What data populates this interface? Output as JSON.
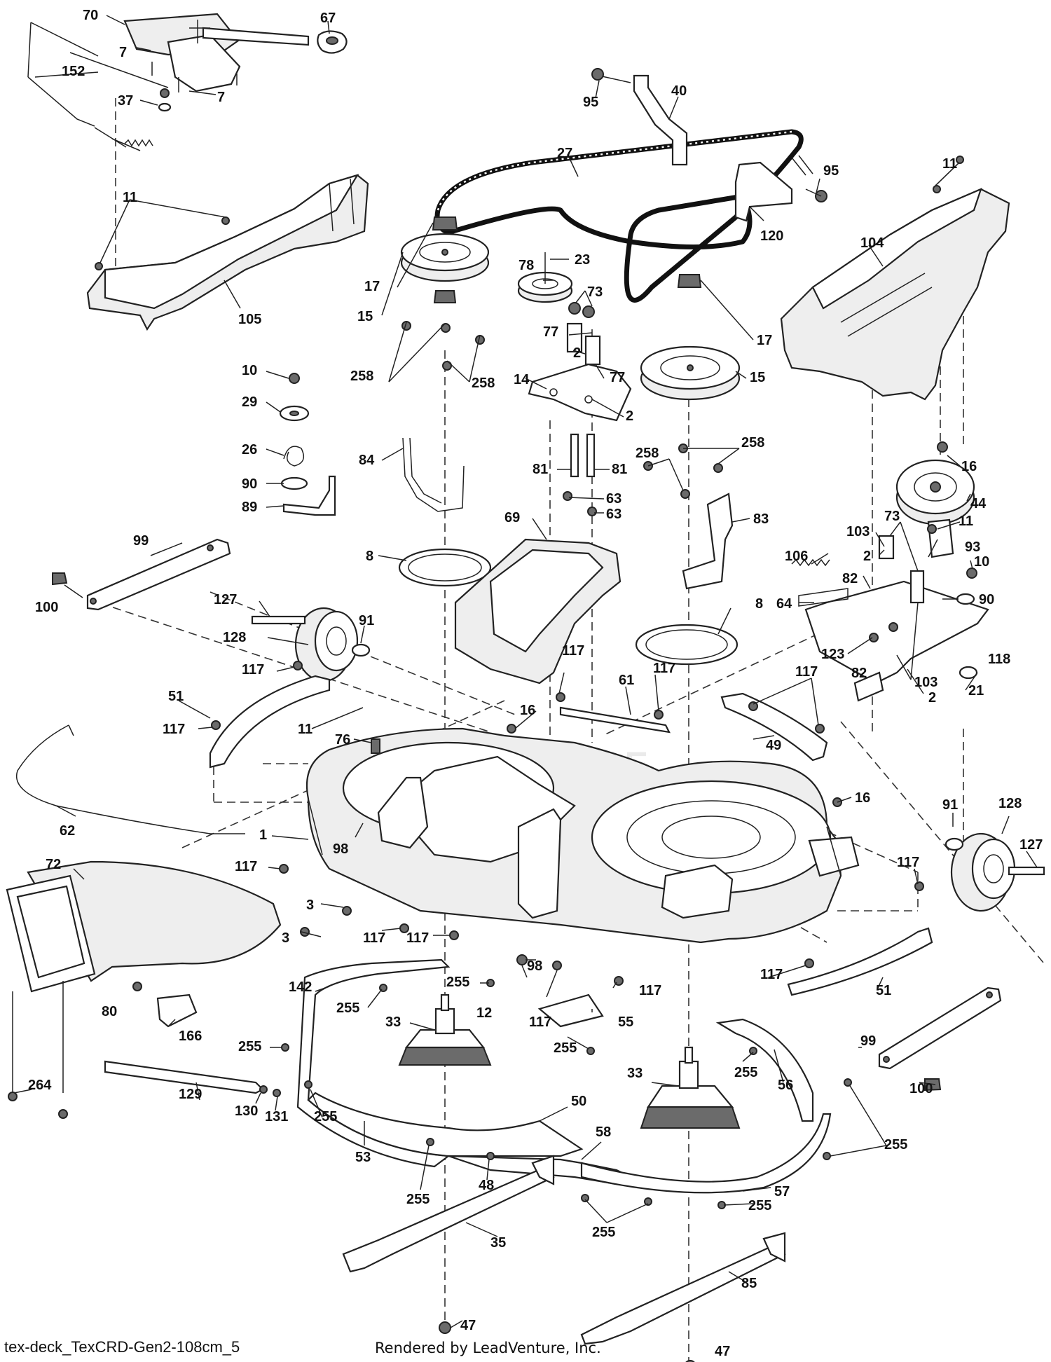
{
  "diagram": {
    "callouts": [
      {
        "id": "c70",
        "text": "70"
      },
      {
        "id": "c67",
        "text": "67"
      },
      {
        "id": "c152",
        "text": "152"
      },
      {
        "id": "c7a",
        "text": "7"
      },
      {
        "id": "c7b",
        "text": "7"
      },
      {
        "id": "c37",
        "text": "37"
      },
      {
        "id": "c95a",
        "text": "95"
      },
      {
        "id": "c40",
        "text": "40"
      },
      {
        "id": "c27",
        "text": "27"
      },
      {
        "id": "c95b",
        "text": "95"
      },
      {
        "id": "c120",
        "text": "120"
      },
      {
        "id": "c11a",
        "text": "11"
      },
      {
        "id": "c11b",
        "text": "11"
      },
      {
        "id": "c104",
        "text": "104"
      },
      {
        "id": "c105",
        "text": "105"
      },
      {
        "id": "c23",
        "text": "23"
      },
      {
        "id": "c78",
        "text": "78"
      },
      {
        "id": "c73a",
        "text": "73"
      },
      {
        "id": "c17a",
        "text": "17"
      },
      {
        "id": "c15a",
        "text": "15"
      },
      {
        "id": "c77a",
        "text": "77"
      },
      {
        "id": "c2a",
        "text": "2"
      },
      {
        "id": "c77b",
        "text": "77"
      },
      {
        "id": "c14",
        "text": "14"
      },
      {
        "id": "c2b",
        "text": "2"
      },
      {
        "id": "c17b",
        "text": "17"
      },
      {
        "id": "c15b",
        "text": "15"
      },
      {
        "id": "c10a",
        "text": "10"
      },
      {
        "id": "c258a",
        "text": "258"
      },
      {
        "id": "c258b",
        "text": "258"
      },
      {
        "id": "c29",
        "text": "29"
      },
      {
        "id": "c26",
        "text": "26"
      },
      {
        "id": "c84",
        "text": "84"
      },
      {
        "id": "c81a",
        "text": "81"
      },
      {
        "id": "c81b",
        "text": "81"
      },
      {
        "id": "c258c",
        "text": "258"
      },
      {
        "id": "c258d",
        "text": "258"
      },
      {
        "id": "c16a",
        "text": "16"
      },
      {
        "id": "c44",
        "text": "44"
      },
      {
        "id": "c90a",
        "text": "90"
      },
      {
        "id": "c89",
        "text": "89"
      },
      {
        "id": "c63a",
        "text": "63"
      },
      {
        "id": "c63b",
        "text": "63"
      },
      {
        "id": "c69",
        "text": "69"
      },
      {
        "id": "c83",
        "text": "83"
      },
      {
        "id": "c73b",
        "text": "73"
      },
      {
        "id": "c11c",
        "text": "11"
      },
      {
        "id": "c99a",
        "text": "99"
      },
      {
        "id": "c8a",
        "text": "8"
      },
      {
        "id": "c103a",
        "text": "103"
      },
      {
        "id": "c93",
        "text": "93"
      },
      {
        "id": "c2c",
        "text": "2"
      },
      {
        "id": "c10b",
        "text": "10"
      },
      {
        "id": "c106",
        "text": "106"
      },
      {
        "id": "c100a",
        "text": "100"
      },
      {
        "id": "c82a",
        "text": "82"
      },
      {
        "id": "c90b",
        "text": "90"
      },
      {
        "id": "c127a",
        "text": "127"
      },
      {
        "id": "c64",
        "text": "64"
      },
      {
        "id": "c91a",
        "text": "91"
      },
      {
        "id": "c8b",
        "text": "8"
      },
      {
        "id": "c128a",
        "text": "128"
      },
      {
        "id": "c123",
        "text": "123"
      },
      {
        "id": "c118",
        "text": "118"
      },
      {
        "id": "c117a",
        "text": "117"
      },
      {
        "id": "c82b",
        "text": "82"
      },
      {
        "id": "c117b",
        "text": "117"
      },
      {
        "id": "c117c",
        "text": "117"
      },
      {
        "id": "c117d",
        "text": "117"
      },
      {
        "id": "c61",
        "text": "61"
      },
      {
        "id": "c21",
        "text": "21"
      },
      {
        "id": "c2d",
        "text": "2"
      },
      {
        "id": "c103b",
        "text": "103"
      },
      {
        "id": "c51a",
        "text": "51"
      },
      {
        "id": "c16b",
        "text": "16"
      },
      {
        "id": "c11d",
        "text": "11"
      },
      {
        "id": "c117e",
        "text": "117"
      },
      {
        "id": "c76",
        "text": "76"
      },
      {
        "id": "c49",
        "text": "49"
      },
      {
        "id": "c16c",
        "text": "16"
      },
      {
        "id": "c62",
        "text": "62"
      },
      {
        "id": "c91b",
        "text": "91"
      },
      {
        "id": "c128b",
        "text": "128"
      },
      {
        "id": "c1",
        "text": "1"
      },
      {
        "id": "c98a",
        "text": "98"
      },
      {
        "id": "c127b",
        "text": "127"
      },
      {
        "id": "c117f",
        "text": "117"
      },
      {
        "id": "c117g",
        "text": "117"
      },
      {
        "id": "c72",
        "text": "72"
      },
      {
        "id": "c3a",
        "text": "3"
      },
      {
        "id": "c3b",
        "text": "3"
      },
      {
        "id": "c117h",
        "text": "117"
      },
      {
        "id": "c117i",
        "text": "117"
      },
      {
        "id": "c98b",
        "text": "98"
      },
      {
        "id": "c117j",
        "text": "117"
      },
      {
        "id": "c51b",
        "text": "51"
      },
      {
        "id": "c142",
        "text": "142"
      },
      {
        "id": "c255a",
        "text": "255"
      },
      {
        "id": "c255b",
        "text": "255"
      },
      {
        "id": "c117k",
        "text": "117"
      },
      {
        "id": "c80",
        "text": "80"
      },
      {
        "id": "c12",
        "text": "12"
      },
      {
        "id": "c117l",
        "text": "117"
      },
      {
        "id": "c55",
        "text": "55"
      },
      {
        "id": "c166",
        "text": "166"
      },
      {
        "id": "c255c",
        "text": "255"
      },
      {
        "id": "c33a",
        "text": "33"
      },
      {
        "id": "c255d",
        "text": "255"
      },
      {
        "id": "c99b",
        "text": "99"
      },
      {
        "id": "c255e",
        "text": "255"
      },
      {
        "id": "c56",
        "text": "56"
      },
      {
        "id": "c33b",
        "text": "33"
      },
      {
        "id": "c129",
        "text": "129"
      },
      {
        "id": "c264",
        "text": "264"
      },
      {
        "id": "c130",
        "text": "130"
      },
      {
        "id": "c131",
        "text": "131"
      },
      {
        "id": "c255f",
        "text": "255"
      },
      {
        "id": "c50",
        "text": "50"
      },
      {
        "id": "c100b",
        "text": "100"
      },
      {
        "id": "c53",
        "text": "53"
      },
      {
        "id": "c58",
        "text": "58"
      },
      {
        "id": "c255g",
        "text": "255"
      },
      {
        "id": "c255h",
        "text": "255"
      },
      {
        "id": "c48",
        "text": "48"
      },
      {
        "id": "c57",
        "text": "57"
      },
      {
        "id": "c255i",
        "text": "255"
      },
      {
        "id": "c255j",
        "text": "255"
      },
      {
        "id": "c35",
        "text": "35"
      },
      {
        "id": "c47a",
        "text": "47"
      },
      {
        "id": "c85",
        "text": "85"
      },
      {
        "id": "c47b",
        "text": "47"
      }
    ]
  },
  "footer": {
    "filename": "tex-deck_TexCRD-Gen2-108cm_5",
    "credit": "Rendered by LeadVenture, Inc."
  }
}
